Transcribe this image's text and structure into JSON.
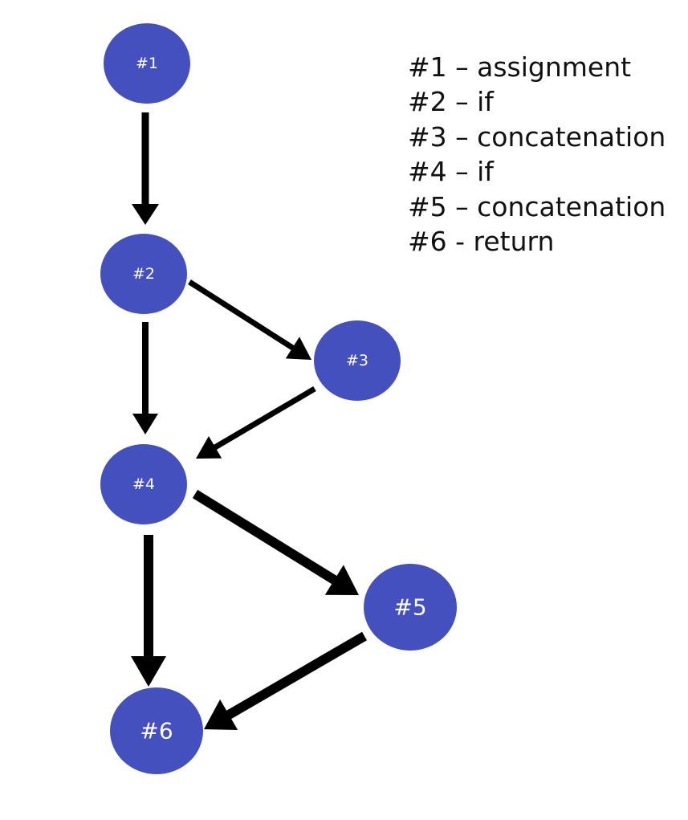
{
  "colors": {
    "node_fill": "#4350BE",
    "node_text": "#FFFFFF",
    "edge": "#000000",
    "legend_text": "#111111"
  },
  "nodes": [
    {
      "id": "1",
      "label": "#1"
    },
    {
      "id": "2",
      "label": "#2"
    },
    {
      "id": "3",
      "label": "#3"
    },
    {
      "id": "4",
      "label": "#4"
    },
    {
      "id": "5",
      "label": "#5"
    },
    {
      "id": "6",
      "label": "#6"
    }
  ],
  "edges": [
    {
      "from": "1",
      "to": "2"
    },
    {
      "from": "2",
      "to": "3"
    },
    {
      "from": "2",
      "to": "4"
    },
    {
      "from": "3",
      "to": "4"
    },
    {
      "from": "4",
      "to": "5"
    },
    {
      "from": "4",
      "to": "6"
    },
    {
      "from": "5",
      "to": "6"
    }
  ],
  "legend": [
    "#1 – assignment",
    "#2 – if",
    "#3 – concatenation",
    "#4 – if",
    "#5 – concatenation",
    "#6 - return"
  ]
}
